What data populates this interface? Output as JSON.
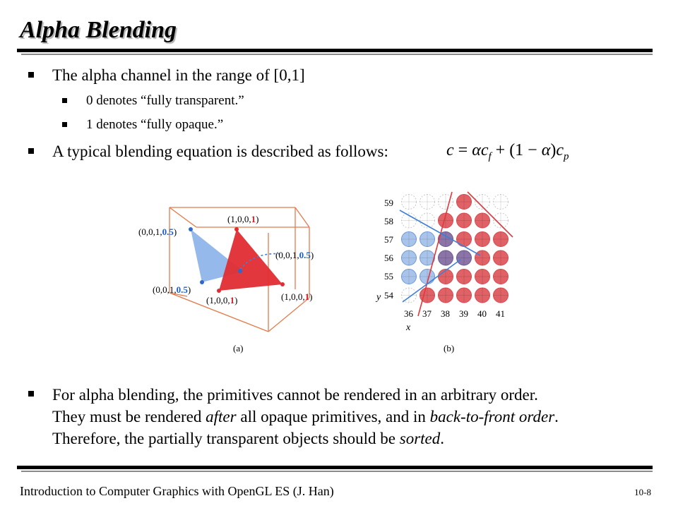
{
  "title": "Alpha Blending",
  "bullets": {
    "b1": "The alpha channel in the range of [0,1]",
    "b1a": "0 denotes “fully transparent.”",
    "b1b": "1 denotes “fully opaque.”",
    "b2": "A typical blending equation is described as follows:"
  },
  "equation": {
    "c": "c",
    "eq": "=",
    "alpha": "α",
    "cf_base": "c",
    "cf_sub": "f",
    "plus": "+",
    "one_minus": "(1 − ",
    "alpha2": "α",
    "close": ")",
    "cp_base": "c",
    "cp_sub": "p"
  },
  "figure_a": {
    "label": "(a)",
    "tl": "(0,0,1,",
    "tl_a": "0.5",
    "tl_end": ")",
    "top": "(1,0,0,",
    "top_a": "1",
    "top_end": ")",
    "right": "(0,0,1,",
    "right_a": "0.5",
    "right_end": ")",
    "bl": "(0,0,1,",
    "bl_a": "0.5",
    "bl_end": ")",
    "bottom": "(1,0,0,",
    "bottom_a": "1",
    "bottom_end": ")",
    "br": "(1,0,0,",
    "br_a": "1",
    "br_end": ")"
  },
  "figure_b": {
    "label": "(b)",
    "y_axis": "y",
    "x_axis": "x",
    "y_ticks": [
      "59",
      "58",
      "57",
      "56",
      "55",
      "54"
    ],
    "x_ticks": [
      "36",
      "37",
      "38",
      "39",
      "40",
      "41"
    ]
  },
  "paragraph": {
    "l1": "For alpha blending, the primitives cannot be rendered in an arbitrary order.",
    "l2a": "They must be rendered ",
    "l2b": "after",
    "l2c": " all opaque primitives, and in ",
    "l2d": "back-to-front order",
    "l2e": ".",
    "l3a": "Therefore, the partially transparent objects should be ",
    "l3b": "sorted",
    "l3c": "."
  },
  "footer": {
    "left": "Introduction to Computer Graphics with OpenGL ES (J. Han)",
    "right": "10-8"
  },
  "colors": {
    "red": "#e0393d",
    "red_fill": "#e06266",
    "blue": "#3f7fd8",
    "blue_fill": "#a9c4ea",
    "purple_fill": "#8a74a8",
    "orange_edge": "#e47a4a"
  }
}
